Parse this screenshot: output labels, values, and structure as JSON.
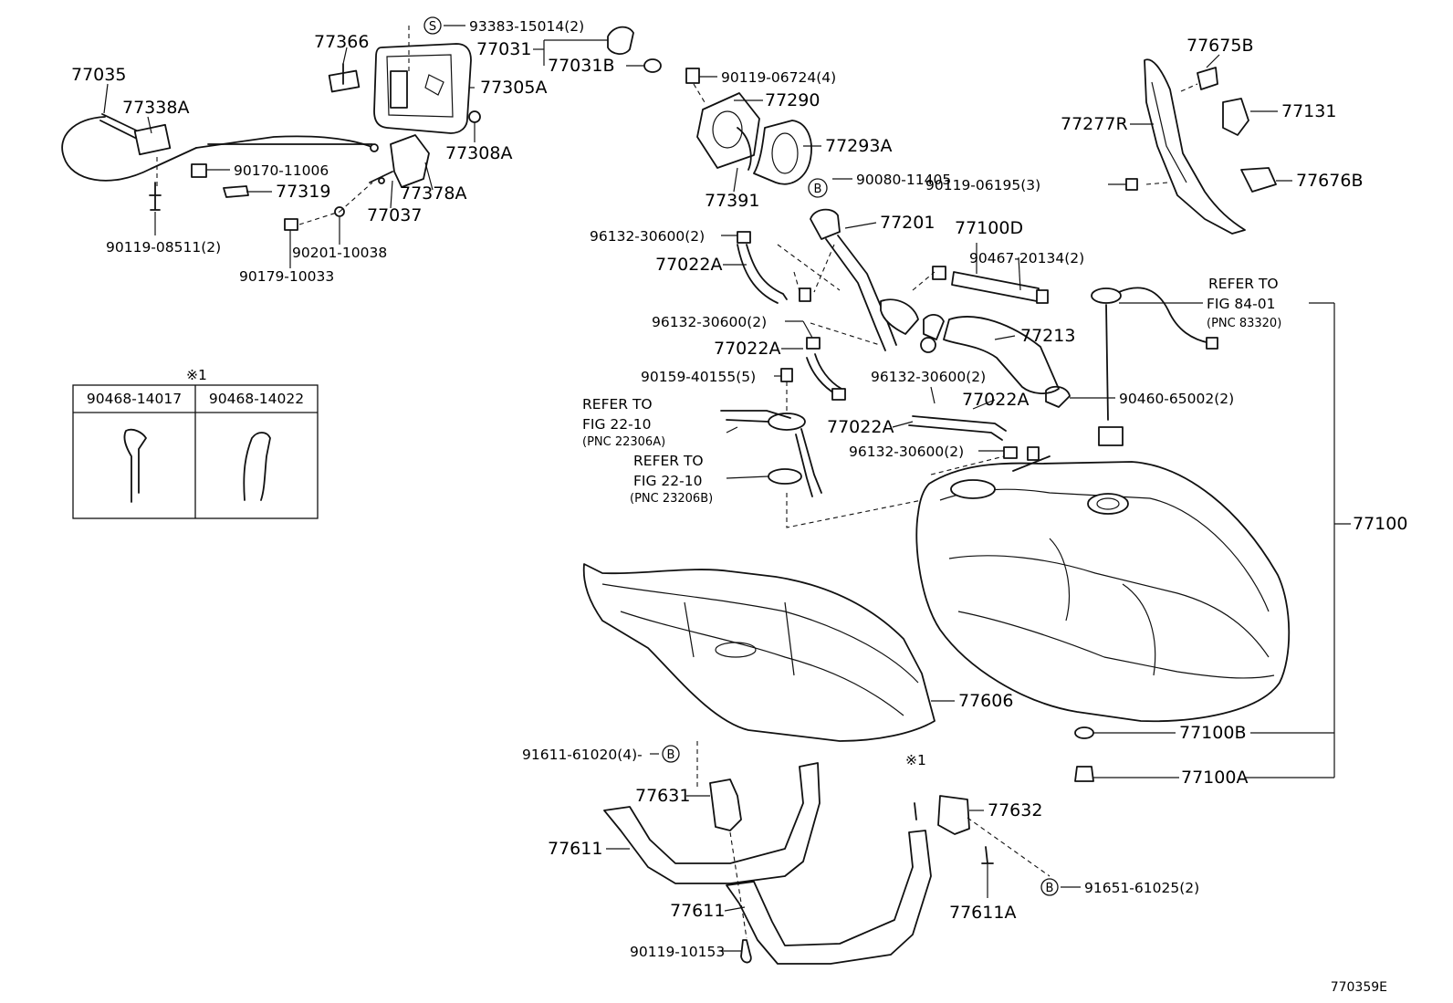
{
  "parts": {
    "p77035": "77035",
    "p77338A": "77338A",
    "p90170_11006": "90170-11006",
    "p77319": "77319",
    "p90119_08511": "90119-08511(2)",
    "p77366": "77366",
    "p93383_15014": "93383-15014(2)",
    "p77031": "77031",
    "p77031B": "77031B",
    "p77305A": "77305A",
    "p77308A": "77308A",
    "p77378A": "77378A",
    "p77037": "77037",
    "p90201_10038": "90201-10038",
    "p90179_10033": "90179-10033",
    "p90119_06724": "90119-06724(4)",
    "p77290": "77290",
    "p77293A": "77293A",
    "p77391": "77391",
    "p90080_11405": "90080-11405",
    "p77201": "77201",
    "p77100D": "77100D",
    "p90467_20134": "90467-20134(2)",
    "p96132_a": "96132-30600(2)",
    "p77022A_a": "77022A",
    "p96132_b": "96132-30600(2)",
    "p77022A_b": "77022A",
    "p90159_40155": "90159-40155(5)",
    "p96132_c": "96132-30600(2)",
    "p77022A_c": "77022A",
    "p77213": "77213",
    "p90460_65002": "90460-65002(2)",
    "p77022A_d": "77022A",
    "p96132_d": "96132-30600(2)",
    "p77675B": "77675B",
    "p77131": "77131",
    "p77277R": "77277R",
    "p90119_06195": "90119-06195(3)",
    "p77676B": "77676B",
    "p77100": "77100",
    "p77100B": "77100B",
    "p77100A": "77100A",
    "p77606": "77606",
    "p91611_61020": "91611-61020(4)-",
    "p77631": "77631",
    "p77611_a": "77611",
    "p77611_b": "77611",
    "p90119_10153": "90119-10153",
    "p77632": "77632",
    "p77611A": "77611A",
    "p91651_61025": "91651-61025(2)"
  },
  "refs": {
    "ref1_line1": "REFER TO",
    "ref1_line2": "FIG 84-01",
    "ref1_pnc": "(PNC 83320)",
    "ref2_line1": "REFER TO",
    "ref2_line2": "FIG 22-10",
    "ref2_pnc": "(PNC 22306A)",
    "ref3_line1": "REFER TO",
    "ref3_line2": "FIG 22-10",
    "ref3_pnc": "(PNC 23206B)"
  },
  "markers": {
    "s": "S",
    "b": "B",
    "note_mark": "※1"
  },
  "inset": {
    "title": "※1",
    "col1": "90468-14017",
    "col2": "90468-14022"
  },
  "drawing_id": "770359E"
}
